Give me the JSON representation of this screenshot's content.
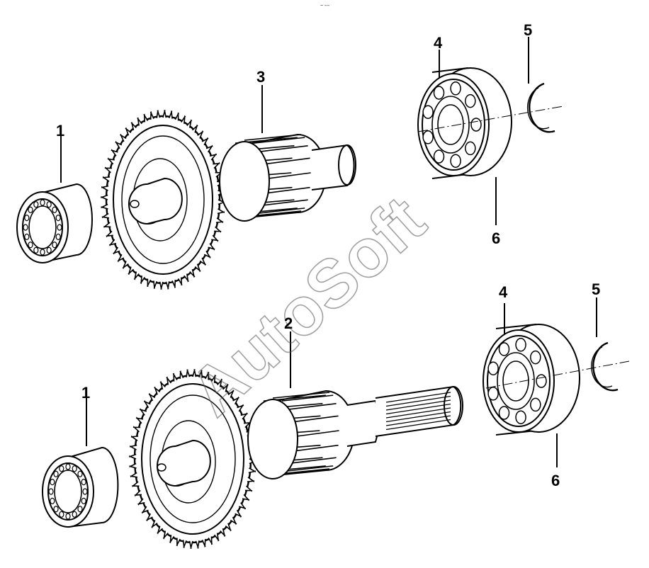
{
  "diagram": {
    "top_mark": "~ ---",
    "watermark": "AutoSoft",
    "callouts": {
      "upper": {
        "bearing_1": "1",
        "shaft_3": "3",
        "bearing_4": "4",
        "circlip_5": "5",
        "ring_6": "6"
      },
      "lower": {
        "bearing_1": "1",
        "shaft_2": "2",
        "bearing_4": "4",
        "circlip_5": "5",
        "ring_6": "6"
      }
    },
    "colors": {
      "ink": "#000000",
      "paper": "#ffffff",
      "watermark": "#555555"
    }
  }
}
